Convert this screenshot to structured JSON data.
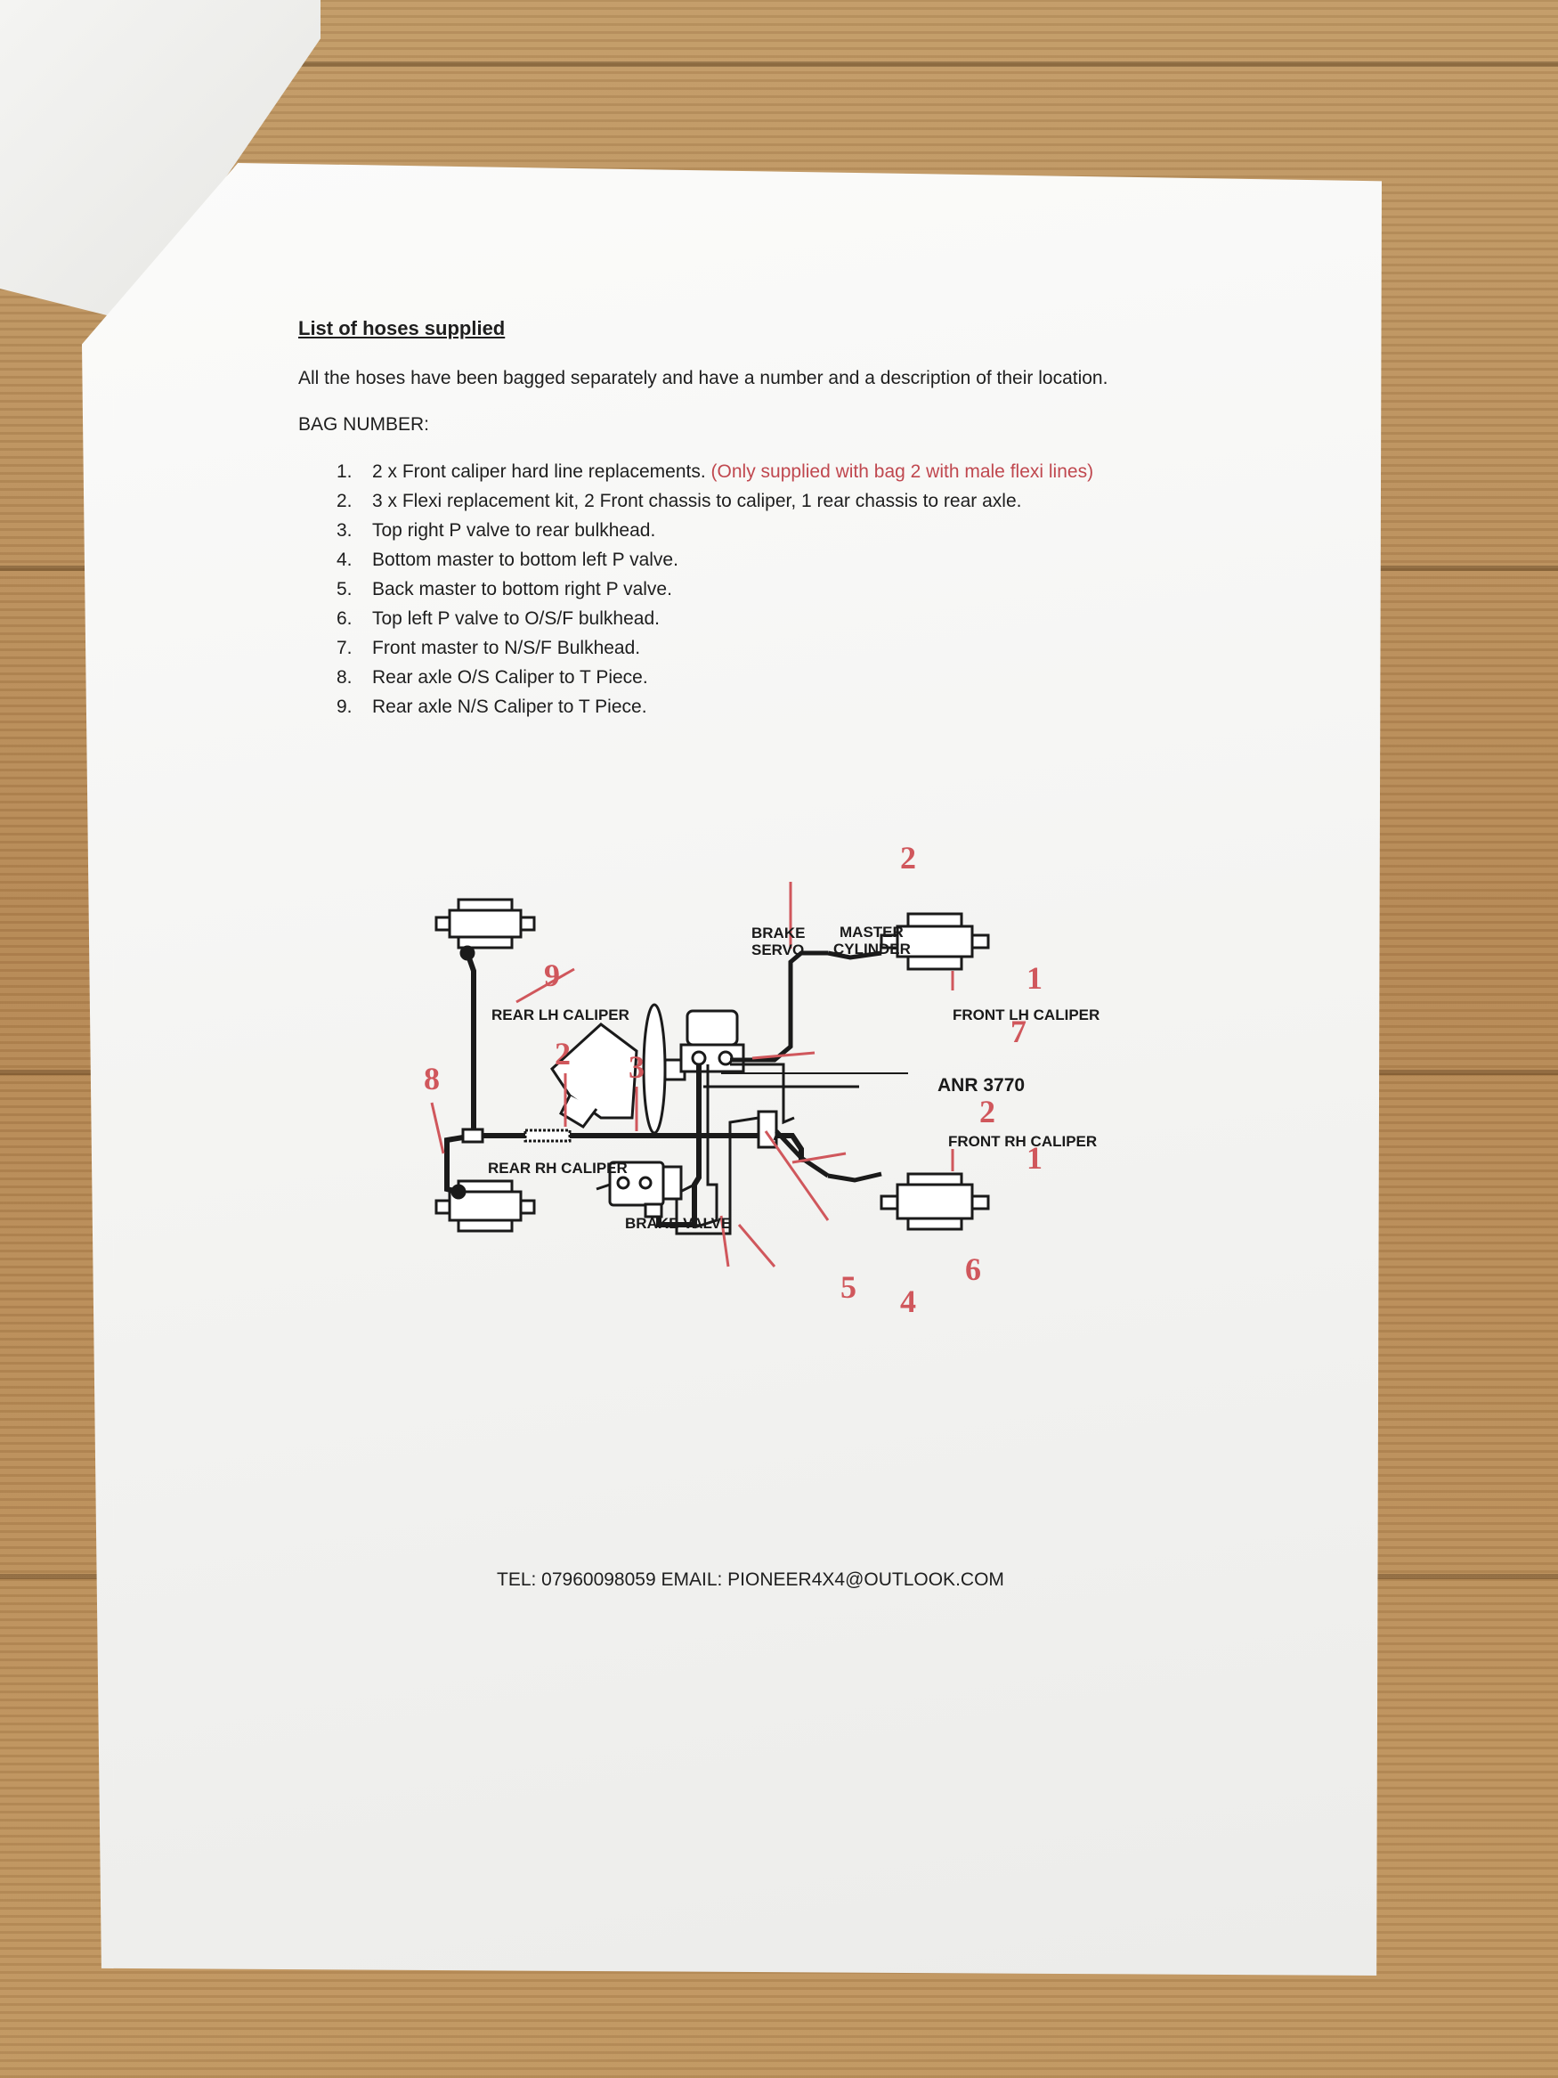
{
  "document": {
    "title": "List of hoses supplied",
    "intro": "All the hoses have been bagged separately and have a number and a description of their location.",
    "bag_heading": "BAG NUMBER:",
    "items": [
      {
        "num": "1.",
        "text": "2 x Front caliper hard line replacements.",
        "note": "(Only supplied with bag 2 with male flexi lines)"
      },
      {
        "num": "2.",
        "text": "3 x Flexi replacement kit, 2 Front chassis to caliper, 1 rear chassis to rear axle.",
        "note": ""
      },
      {
        "num": "3.",
        "text": "Top right P valve to rear bulkhead.",
        "note": ""
      },
      {
        "num": "4.",
        "text": "Bottom master to bottom left P valve.",
        "note": ""
      },
      {
        "num": "5.",
        "text": "Back master to bottom right P valve.",
        "note": ""
      },
      {
        "num": "6.",
        "text": "Top left P valve to O/S/F bulkhead.",
        "note": ""
      },
      {
        "num": "7.",
        "text": "Front master to N/S/F Bulkhead.",
        "note": ""
      },
      {
        "num": "8.",
        "text": "Rear axle O/S Caliper to T Piece.",
        "note": ""
      },
      {
        "num": "9.",
        "text": "Rear axle N/S Caliper to T Piece.",
        "note": ""
      }
    ],
    "footer": "TEL: 07960098059 EMAIL: PIONEER4X4@OUTLOOK.COM"
  },
  "diagram": {
    "labels": {
      "brake_servo_1": "BRAKE",
      "brake_servo_2": "SERVO",
      "master_cylinder_1": "MASTER",
      "master_cylinder_2": "CYLINDER",
      "rear_lh": "REAR LH CALIPER",
      "rear_rh": "REAR RH CALIPER",
      "front_lh": "FRONT LH CALIPER",
      "front_rh": "FRONT RH CALIPER",
      "brake_valve": "BRAKE VALVE",
      "part_no": "ANR 3770"
    },
    "numbers": {
      "n2_top": "2",
      "n1_front_lh": "1",
      "n7": "7",
      "n2_front_rh": "2",
      "n1_front_rh": "1",
      "n6": "6",
      "n4": "4",
      "n5": "5",
      "n3": "3",
      "n2_rear": "2",
      "n8": "8",
      "n9": "9"
    },
    "colors": {
      "line": "#1a1a1a",
      "callout": "#d0575c"
    }
  }
}
